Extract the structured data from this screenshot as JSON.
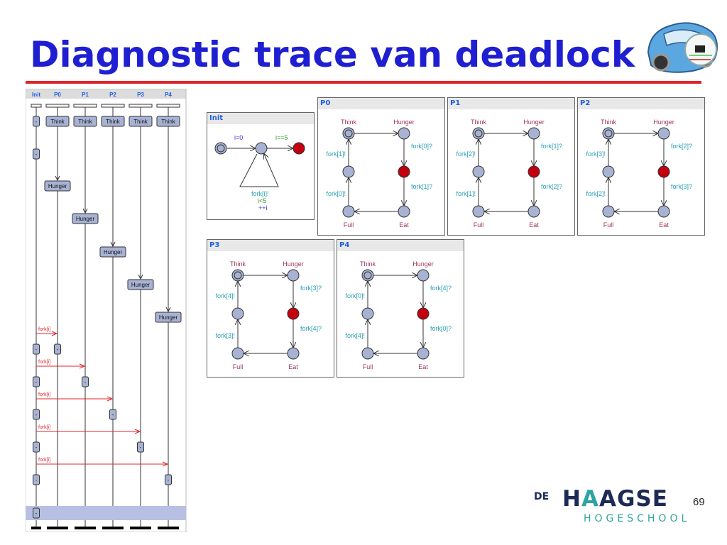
{
  "slide": {
    "title": "Diagnostic trace van deadlock",
    "number": "69"
  },
  "logo": {
    "prefix": "DE",
    "main_dark_1": "H",
    "main_accent": "A",
    "main_dark_2": "AGSE",
    "sub": "HOGESCHOOL"
  },
  "colors": {
    "title": "#1f1fd1",
    "rule": "#e0242b",
    "node": "#a8b3d4",
    "node_deadlock": "#c4000f",
    "label_location": "#a0355c",
    "label_sync": "#2a9fb3",
    "label_guard": "#2f9a2f",
    "label_update": "#3b3bd6",
    "panel_title": "#1f5fe0"
  },
  "seq_chart": {
    "columns": [
      "Init",
      "P0",
      "P1",
      "P2",
      "P3",
      "P4"
    ],
    "initial_states": [
      "-",
      "Think",
      "Think",
      "Think",
      "Think",
      "Think"
    ],
    "hunger_label": "Hunger",
    "dash_label": "-",
    "fork_label": "fork[i]"
  },
  "init_panel": {
    "title": "Init",
    "update_left": "i=0",
    "guard_right": "i==5",
    "loop_sync": "fork[i]!",
    "loop_guard": "i<5",
    "loop_update": "++i"
  },
  "processes": [
    {
      "title": "P0",
      "think": "Think",
      "hunger": "Hunger",
      "full": "Full",
      "eat": "Eat",
      "take_first": "fork[0]?",
      "take_second": "fork[1]?",
      "release_first": "fork[0]!",
      "release_second": "fork[1]!"
    },
    {
      "title": "P1",
      "think": "Think",
      "hunger": "Hunger",
      "full": "Full",
      "eat": "Eat",
      "take_first": "fork[1]?",
      "take_second": "fork[2]?",
      "release_first": "fork[1]!",
      "release_second": "fork[2]!"
    },
    {
      "title": "P2",
      "think": "Think",
      "hunger": "Hunger",
      "full": "Full",
      "eat": "Eat",
      "take_first": "fork[2]?",
      "take_second": "fork[3]?",
      "release_first": "fork[2]!",
      "release_second": "fork[3]!"
    },
    {
      "title": "P3",
      "think": "Think",
      "hunger": "Hunger",
      "full": "Full",
      "eat": "Eat",
      "take_first": "fork[3]?",
      "take_second": "fork[4]?",
      "release_first": "fork[3]!",
      "release_second": "fork[4]!"
    },
    {
      "title": "P4",
      "think": "Think",
      "hunger": "Hunger",
      "full": "Full",
      "eat": "Eat",
      "take_first": "fork[4]?",
      "take_second": "fork[0]?",
      "release_first": "fork[4]!",
      "release_second": "fork[0]!"
    }
  ]
}
